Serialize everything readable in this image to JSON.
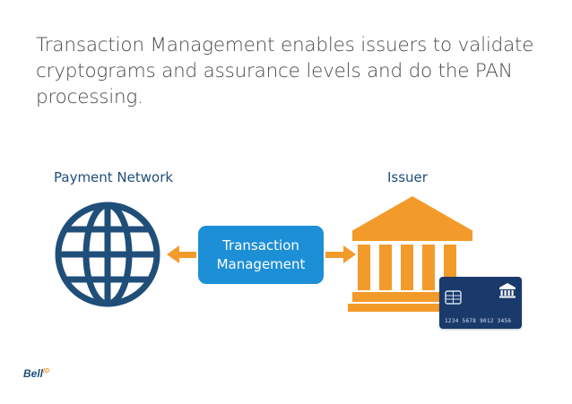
{
  "headline": "Transaction Management enables issuers to validate cryptograms and assurance levels and do the PAN processing.",
  "nodes": {
    "payment_network": {
      "label": "Payment Network",
      "icon": "globe-icon"
    },
    "issuer": {
      "label": "Issuer",
      "icon": "bank-building-icon"
    },
    "transaction_management": {
      "line1": "Transaction",
      "line2": "Management"
    }
  },
  "card": {
    "number": "1234 5678 9012 3456",
    "icon": "credit-card-icon"
  },
  "logo": {
    "text": "Bell",
    "superscript": "ID"
  },
  "colors": {
    "heading_text": "#4a4a4a",
    "label_text": "#1f4e79",
    "globe": "#1f4e79",
    "arrow": "#f39b2a",
    "building": "#f39b2a",
    "box": "#1d8fd6",
    "card": "#1a3a6b"
  }
}
